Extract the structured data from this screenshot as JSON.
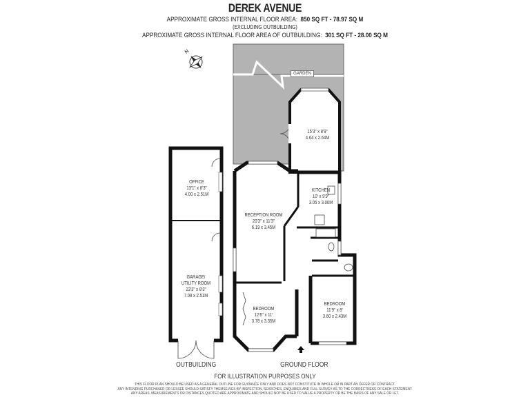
{
  "header": {
    "title": "DEREK AVENUE",
    "line1_label": "APPROXIMATE GROSS INTERNAL FLOOR AREA:",
    "line1_value": "850 SQ FT  -  78.97 SQ M",
    "line2": "(EXCLUDING OUTBUILDING)",
    "line3_label": "APPROXIMATE GROSS INTERNAL FLOOR AREA OF OUTBUILDING:",
    "line3_value": "301 SQ FT  -  28.00 SQ M"
  },
  "compass": {
    "north_label": "N"
  },
  "garden": {
    "label": "GARDEN",
    "fill": "#b3b3b3"
  },
  "rooms": {
    "conservatory": {
      "name": "",
      "imperial": "15'3\" x 8'9\"",
      "metric": "4.64 x 2.64M"
    },
    "reception": {
      "name": "RECEPTION ROOM",
      "imperial": "20'3\" x 11'3\"",
      "metric": "6.19 x 3.45M"
    },
    "kitchen": {
      "name": "KITCHEN",
      "imperial": "10' x 9'9\"",
      "metric": "3.05 x 3.00M"
    },
    "bedroom1": {
      "name": "BEDROOM",
      "imperial": "12'6\" x 11'",
      "metric": "3.78 x 3.35M"
    },
    "bedroom2": {
      "name": "BEDROOM",
      "imperial": "11'9\" x 8'",
      "metric": "3.60 x 2.43M"
    },
    "office": {
      "name": "OFFICE",
      "imperial": "13'1\" x 8'3\"",
      "metric": "4.00 x 2.51M"
    },
    "garage": {
      "name": "GARAGE/",
      "name2": "UTILITY ROOM",
      "imperial": "23'3\" x 8'3\"",
      "metric": "7.08 x 2.51M"
    }
  },
  "captions": {
    "outbuilding": "OUTBUILDING",
    "ground_floor": "GROUND FLOOR",
    "illustration": "FOR ILLUSTRATION PURPOSES ONLY"
  },
  "disclaimer": [
    "THIS FLOOR PLAN SHOULD BE USED AS A GENERAL OUTLINE FOR GUIDANCE ONLY AND DOES NOT CONSTITUTE IN WHOLE OR IN PART AN OFFER OR CONTRACT.",
    "ANY INTENDING PURCHASER OR LESSEE SHOULD SATISFY THEMSELVES BY INSPECTION, SEARCHES, ENQUIRIES AND FULL SURVEY AS TO THE CORRECTNESS OF EACH STATEMENT.",
    "ANY AREAS, MEASUREMENTS OR DISTANCES QUOTED ARE APPROXIMATE AND SHOULD NOT BE USED TO VALUE A PROPERTY OR BE THE BASIS OF ANY SALE OR LET."
  ]
}
